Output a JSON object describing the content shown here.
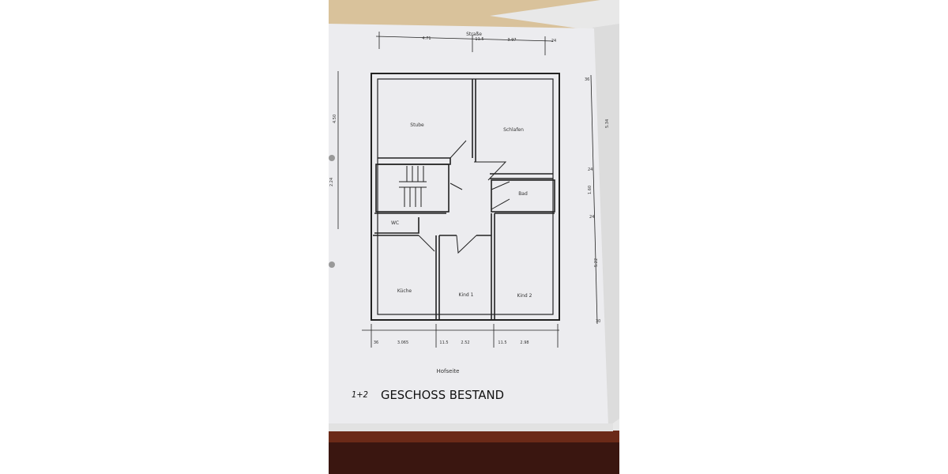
{
  "plan": {
    "street_label": "Straße",
    "yard_label": "Hofseite",
    "title_prefix": "1+2",
    "title": "GESCHOSS BESTAND",
    "rooms": {
      "stube": "Stube",
      "schlafen": "Schlafen",
      "bad": "Bad",
      "wc": "WC",
      "kueche": "Küche",
      "kind1": "Kind 1",
      "kind2": "Kind 2"
    },
    "dims_top": [
      "4.71",
      "11.5",
      "3.97",
      "24"
    ],
    "dims_bottom": [
      "36",
      "3.065",
      "11.5",
      "2.52",
      "11.5",
      "2.98"
    ],
    "dims_right": [
      "36",
      "5.34",
      "24",
      "1.60",
      "24",
      "5.22",
      "30"
    ],
    "dims_left": [
      "4.50",
      "2.24"
    ]
  }
}
